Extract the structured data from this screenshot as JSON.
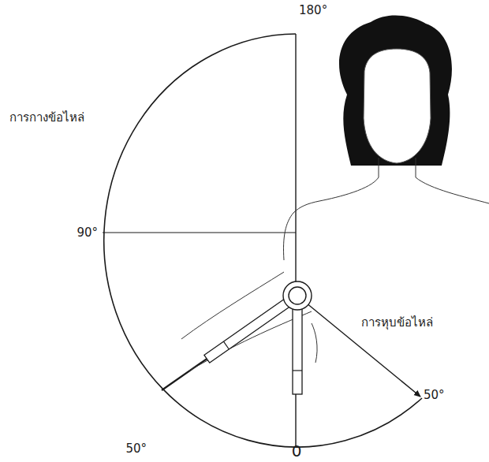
{
  "diagram": {
    "labels": [
      "180°",
      "การกางข้อไหล่",
      "90°",
      "50°",
      "การหุบข้อไหล่",
      "50°",
      "0"
    ]
  }
}
